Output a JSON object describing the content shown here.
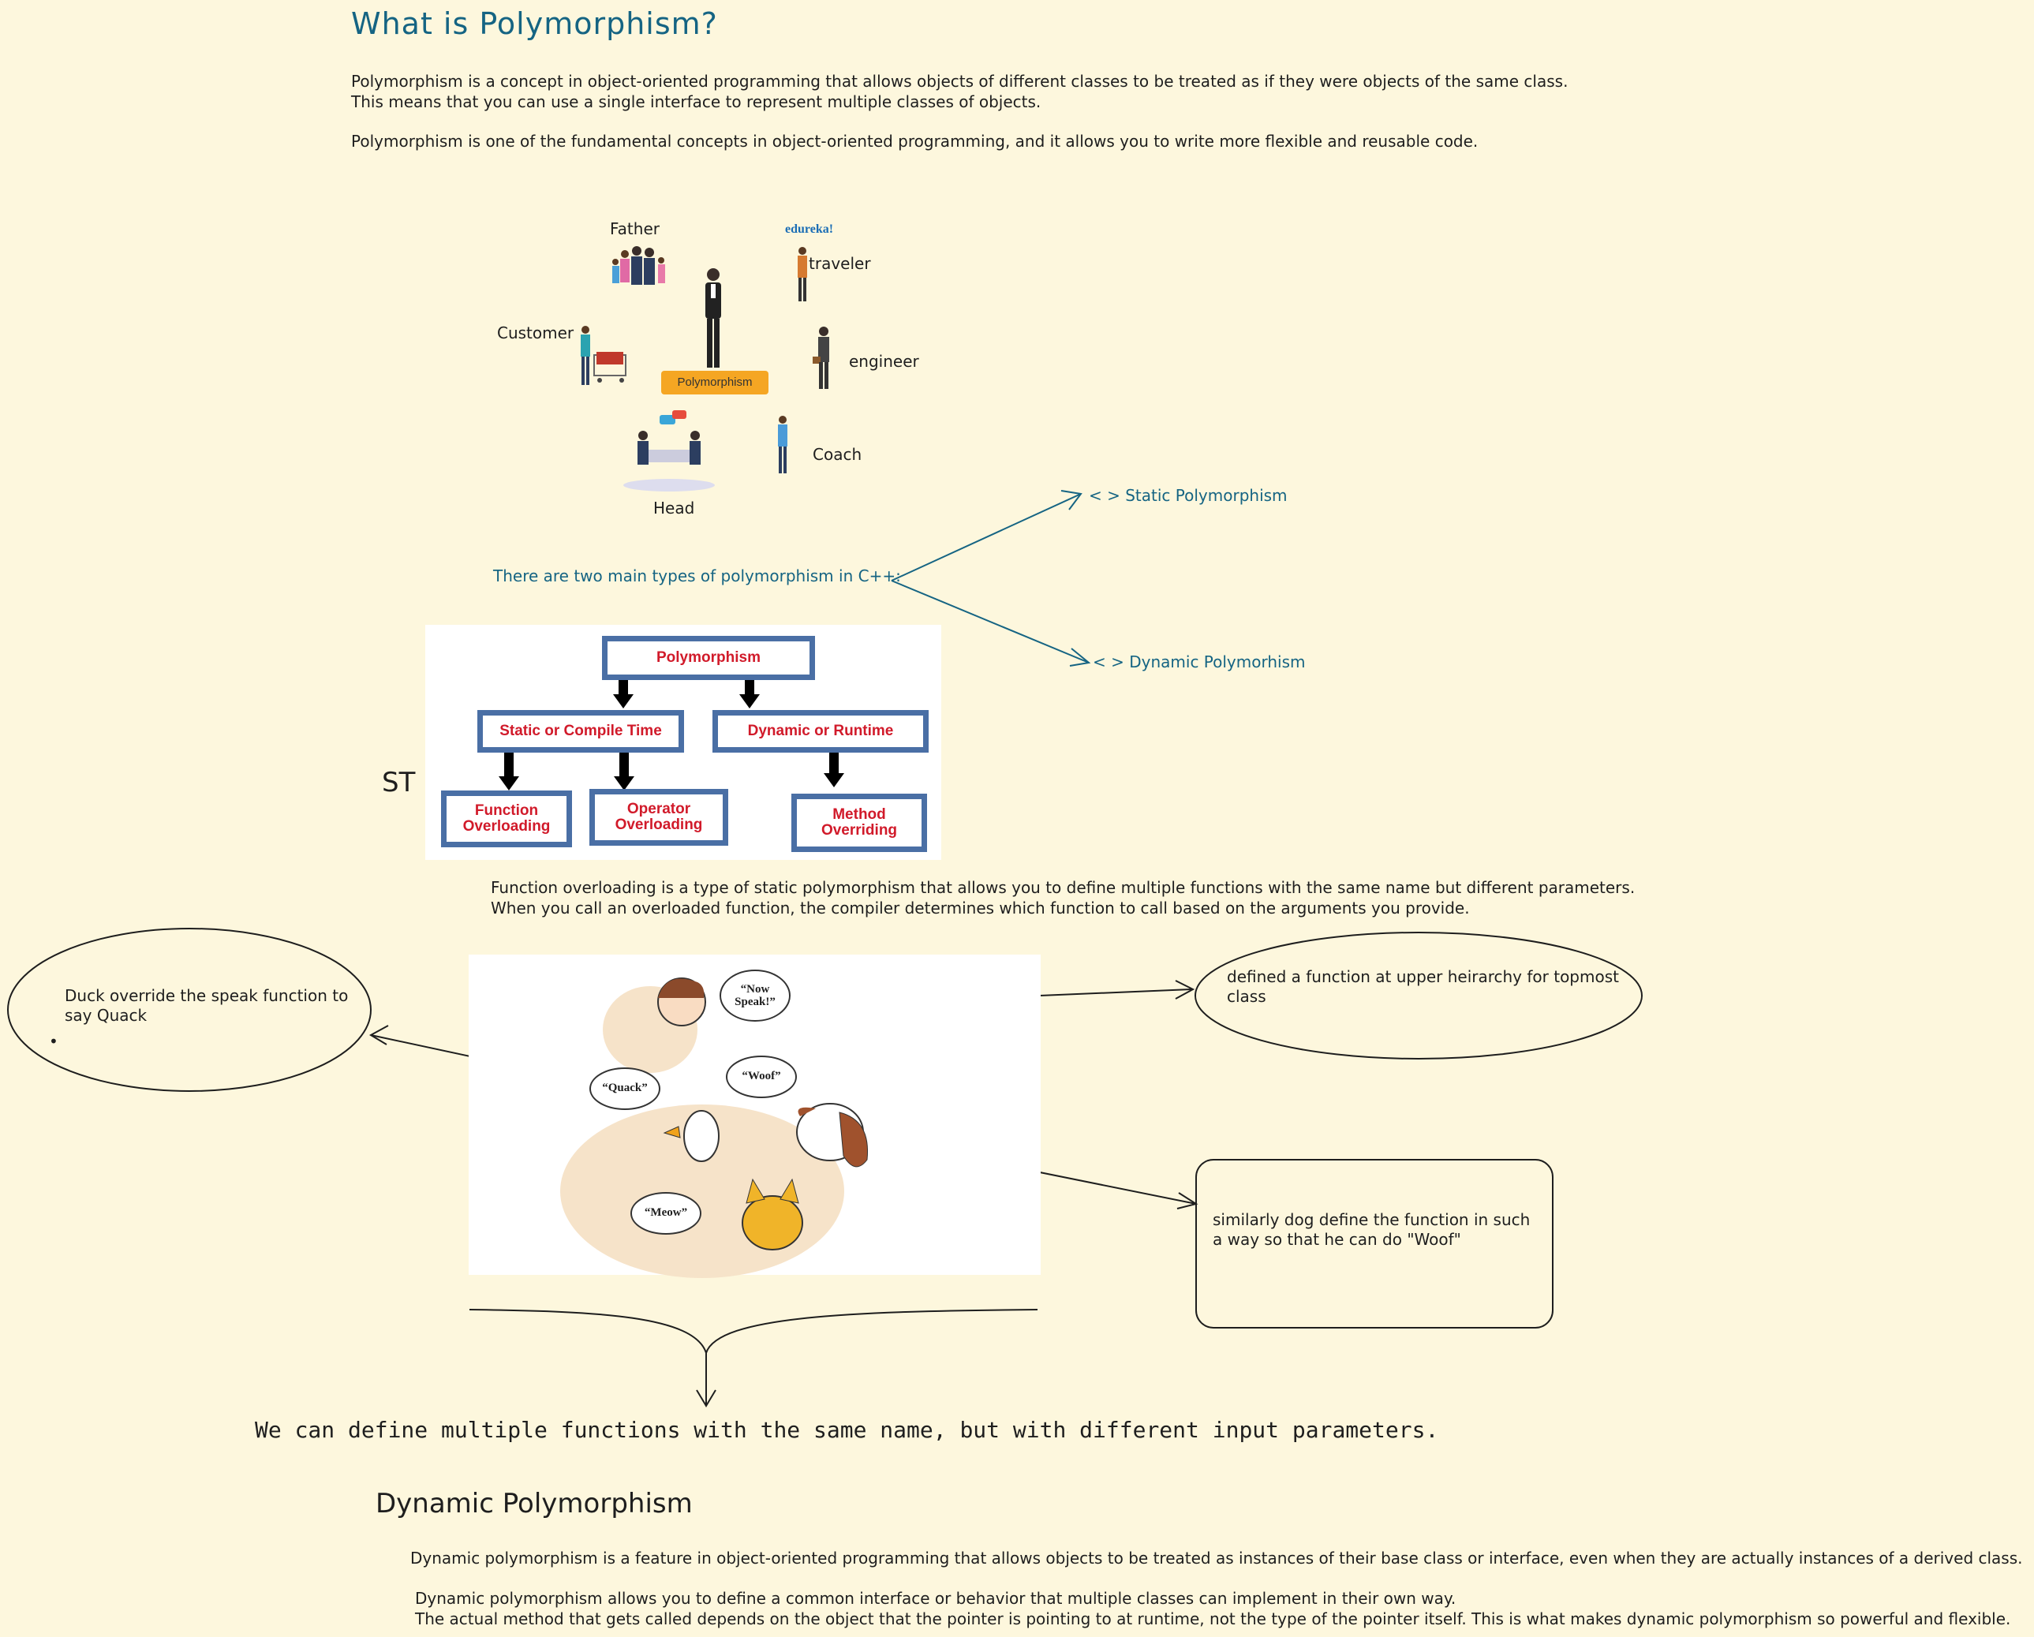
{
  "title": "What is Polymorphism?",
  "intro": {
    "p1_line1": "Polymorphism is a concept in object-oriented programming that allows objects of different classes to be treated as if they were objects of the same class.",
    "p1_line2": "This means that you can use a single interface to represent multiple classes of objects.",
    "p2": "Polymorphism is one of the fundamental concepts in object-oriented programming, and it allows you to write more flexible and reusable code."
  },
  "roles_figure": {
    "brand": "edureka!",
    "center_label": "Polymorphism",
    "roles": {
      "father": "Father",
      "traveler": "traveler",
      "customer": "Customer",
      "engineer": "engineer",
      "coach": "Coach",
      "head": "Head"
    }
  },
  "types": {
    "intro": "There are two main types of polymorphism in C++:",
    "static": "< > Static Polymorphism",
    "dynamic": "< > Dynamic Polymorhism"
  },
  "flowchart": {
    "root": "Polymorphism",
    "static": "Static or Compile Time",
    "dynamic": "Dynamic or Runtime",
    "function_overloading": "Function Overloading",
    "operator_overloading": "Operator Overloading",
    "method_overriding": "Method Overriding"
  },
  "static_heading_partial": "ST",
  "function_overloading": {
    "line1": "Function overloading is a type of static polymorphism that allows you to define multiple functions with the same name but different parameters.",
    "line2": "When you call an overloaded function, the compiler determines which function to call based on the arguments you provide."
  },
  "animals_figure": {
    "speech": {
      "now_speak": "“Now Speak!”",
      "quack": "“Quack”",
      "woof": "“Woof”",
      "meow": "“Meow”"
    }
  },
  "notes": {
    "duck": "Duck override the speak function to say Quack",
    "top": "defined a function at upper heirarchy for topmost class",
    "dog": "similarly dog define the function in such a way so that he can do \"Woof\""
  },
  "overloading_summary": "We can define multiple functions with the same name, but with different input parameters.",
  "dynamic_section": {
    "heading": "Dynamic Polymorphism",
    "p1": "Dynamic polymorphism is a feature in object-oriented programming that allows objects to be treated as instances of their base class or interface, even when they are actually instances of a derived class.",
    "p2_line1": "Dynamic polymorphism allows you to define a common interface or behavior that multiple classes can implement in their own way.",
    "p2_line2": "The actual method that gets called depends on the object that the pointer is pointing to at runtime, not the type of the pointer itself. This is what makes dynamic polymorphism so powerful and flexible."
  },
  "colors": {
    "background": "#fdf7dd",
    "accent": "#156483",
    "flow_border": "#4a6fa5",
    "flow_text": "#d11a2a",
    "badge": "#f5a623"
  }
}
